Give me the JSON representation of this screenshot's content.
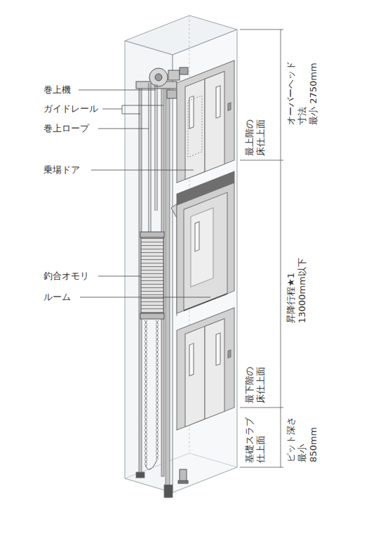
{
  "diagram": {
    "labels": [
      "巻上機",
      "ガイドレール",
      "巻上ロープ",
      "乗場ドア",
      "釣合オモリ",
      "ルーム",
      "オーバーヘッド寸法",
      "最小 2750mm",
      "最上階の床仕上面",
      "昇降行程★1",
      "13000mm以下",
      "最下階の床仕上面",
      "ピット深さ",
      "最小 850mm",
      "基礎スラブ仕上面"
    ]
  }
}
